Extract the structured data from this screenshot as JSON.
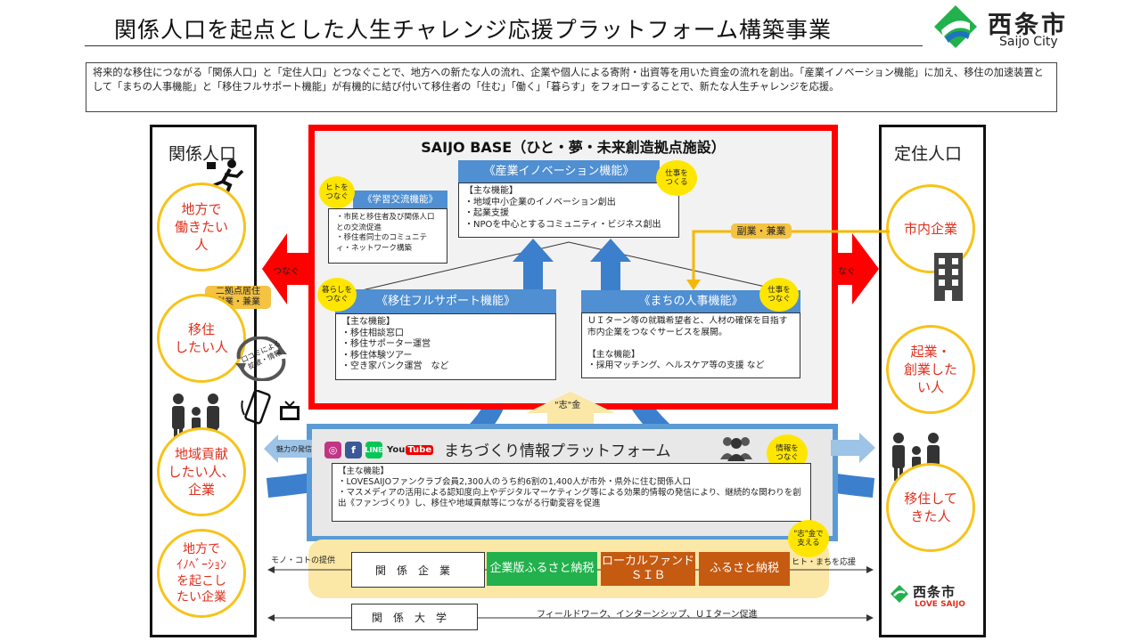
{
  "title": "関係人口を起点とした人生チャレンジ応援プラットフォーム構築事業",
  "logo": {
    "name": "西条市",
    "sub": "Saijo City"
  },
  "intro": "将来的な移住につながる「関係人口」と「定住人口」とつなぐことで、地方への新たな人の流れ、企業や個人による寄附・出資等を用いた資金の流れを創出。「産業イノベーション機能」に加え、移住の加速装置として「まちの人事機能」と「移住フルサポート機能」が有機的に結び付いて移住者の「住む」「働く」「暮らす」をフォローすることで、新たな人生チャレンジを応援。",
  "left_panel": {
    "title": "関係人口",
    "circles": [
      "地方で\n働きたい\n人",
      "移住\nしたい人",
      "地域貢献\nしたい人、\n企業",
      "地方で\nｲﾉﾍﾞｰｼｮﾝ\nを起こし\nたい企業"
    ],
    "tag": "二拠点居住\n副業・兼業",
    "spread_label": "口コミによる\n拡散・情報",
    "connect_label": "つなぐ"
  },
  "right_panel": {
    "title": "定住人口",
    "circles": [
      "市内企業",
      "起業・\n創業した\nい人",
      "移住して\nきた人"
    ],
    "connect_label": "つなぐ",
    "logo_name": "西条市",
    "logo_sub": "LOVE SAIJO"
  },
  "base": {
    "title": "SAIJO BASE（ひと・夢・未来創造拠点施設）",
    "industry": {
      "head": "《産業イノベーション機能》",
      "badge": "仕事を\nつくる",
      "body": "【主な機能】\n・地域中小企業のイノベーション創出\n・起業支援\n・NPOを中心とするコミュニティ・ビジネス創出"
    },
    "learning": {
      "badge": "ヒトを\nつなぐ",
      "head": "《学習交流機能》",
      "body": "・市民と移住者及び関係人口との交流促進\n・移住者同士のコミュニティ・ネットワーク構築"
    },
    "migration": {
      "badge": "暮らしを\nつなぐ",
      "head": "《移住フルサポート機能》",
      "body": "【主な機能】\n・移住相談窓口\n・移住サポーター運営\n・移住体験ツアー\n・空き家バンク運営　など"
    },
    "hr": {
      "badge": "仕事を\nつなぐ",
      "head": "《まちの人事機能》",
      "body": "ＵＩターン等の就職希望者と、人材の確保を目指す市内企業をつなぐサービスを展開。\n\n【主な機能】\n・採用マッチング、ヘルスケア等の支援 など"
    },
    "side_job_label": "副業・兼業",
    "fund_arrow_label": "\"志\"金"
  },
  "platform": {
    "title": "まちづくり情報プラットフォーム",
    "badge": "情報を\nつなぐ",
    "left_label": "魅力の発信",
    "social": [
      "Instagram",
      "Facebook",
      "LINE",
      "YouTube"
    ],
    "body": "【主な機能】\n・LOVESAIJOファンクラブ会員2,300人のうち約6割の1,400人が市外・県外に住む関係人口\n・マスメディアの活用による認知度向上やデジタルマーケティング等による効果的情報の発信により、継続的な関わりを創出《ファンづくり》し、移住や地域貢献等につながる行動変容を促進"
  },
  "funding": {
    "badge": "\"志\"金で\n支える",
    "left_label": "モノ・コトの提供",
    "right_label": "ヒト・まちを応援",
    "company": "関係企業",
    "items": [
      "企業版ふるさと納税",
      "ローカルファンド\nＳＩＢ",
      "ふるさと納税"
    ]
  },
  "university": {
    "label": "関係大学",
    "note": "フィールドワーク、インターンシップ、ＵＩターン促進"
  },
  "colors": {
    "red": "#ff0000",
    "blue": "#4f8fd2",
    "yellow": "#f5c242",
    "orange": "#c55a11",
    "green": "#22b14c"
  }
}
